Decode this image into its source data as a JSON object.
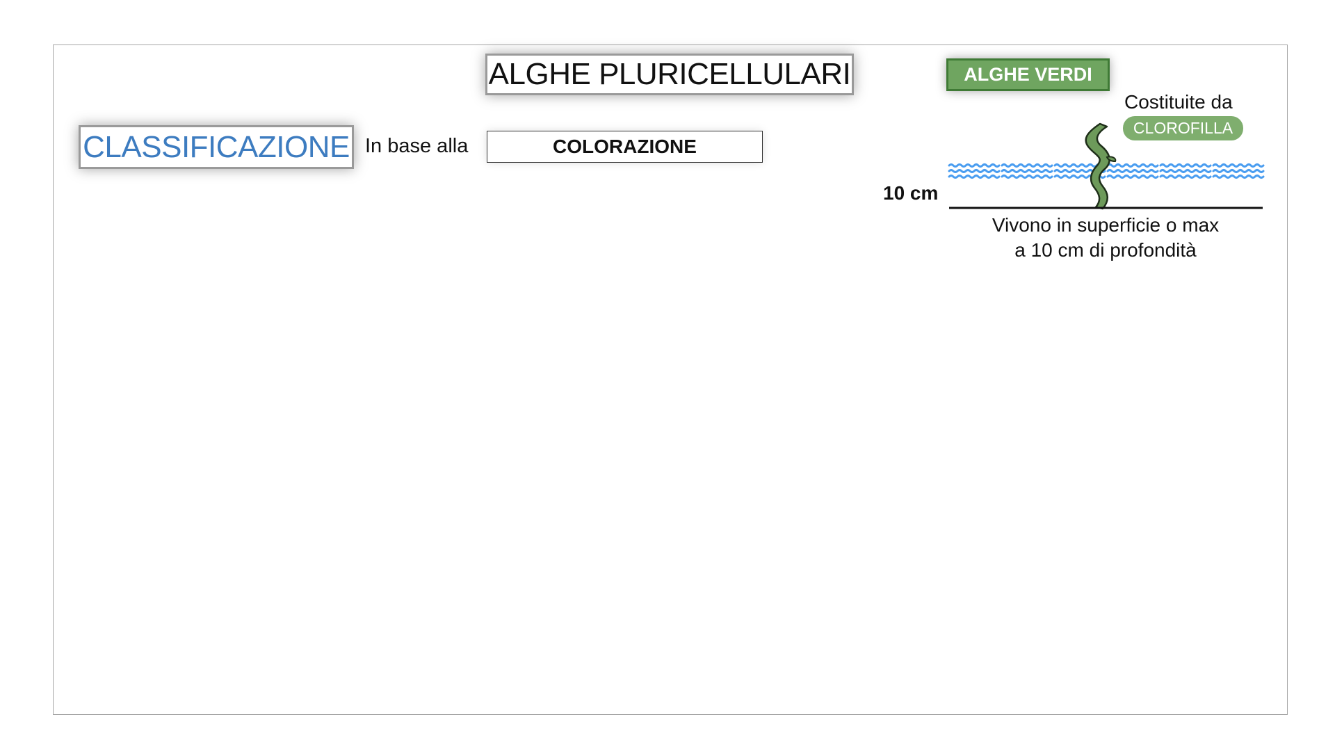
{
  "slide": {
    "title": "ALGHE PLURICELLULARI",
    "classification": {
      "heading": "CLASSIFICAZIONE",
      "connector": "In base alla",
      "criterion": "COLORAZIONE"
    },
    "green_algae": {
      "label": "ALGHE VERDI",
      "made_of_text": "Costituite da",
      "pigment": "CLOROFILLA",
      "depth_label": "10 cm",
      "habitat_line1": "Vivono in superficie o max",
      "habitat_line2": "a 10 cm di profondità"
    }
  },
  "colors": {
    "classification_text": "#3d7cc0",
    "green_box_fill": "#6fa560",
    "green_box_border": "#3f7a35",
    "pill_fill": "#7fae6e",
    "water_waves": "#4a9df0",
    "alga_fill": "#6d9a5a",
    "seabed_line": "#111111"
  },
  "icons": {
    "alga": "alga-icon",
    "water": "water-waves-icon"
  }
}
